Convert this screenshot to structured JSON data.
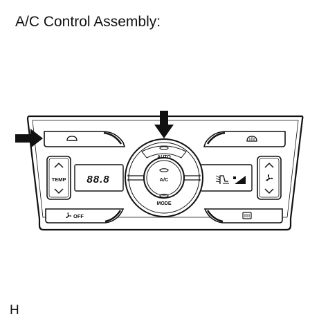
{
  "header": {
    "title": "A/C Control Assembly:"
  },
  "panel": {
    "temp_label": "TEMP",
    "display_value": "88.8",
    "auto_label": "AUTO",
    "ac_label": "A/C",
    "mode_label": "MODE",
    "fan_off_label": "OFF"
  },
  "icons": {
    "recirculation": "recirculation-icon",
    "front_defrost": "front-defrost-icon",
    "rear_defrost": "rear-defrost-icon",
    "fan": "fan-icon",
    "airflow_mode": "airflow-mode-icon",
    "fan_level": "fan-level-bar-icon"
  },
  "footer": {
    "code": "H"
  }
}
